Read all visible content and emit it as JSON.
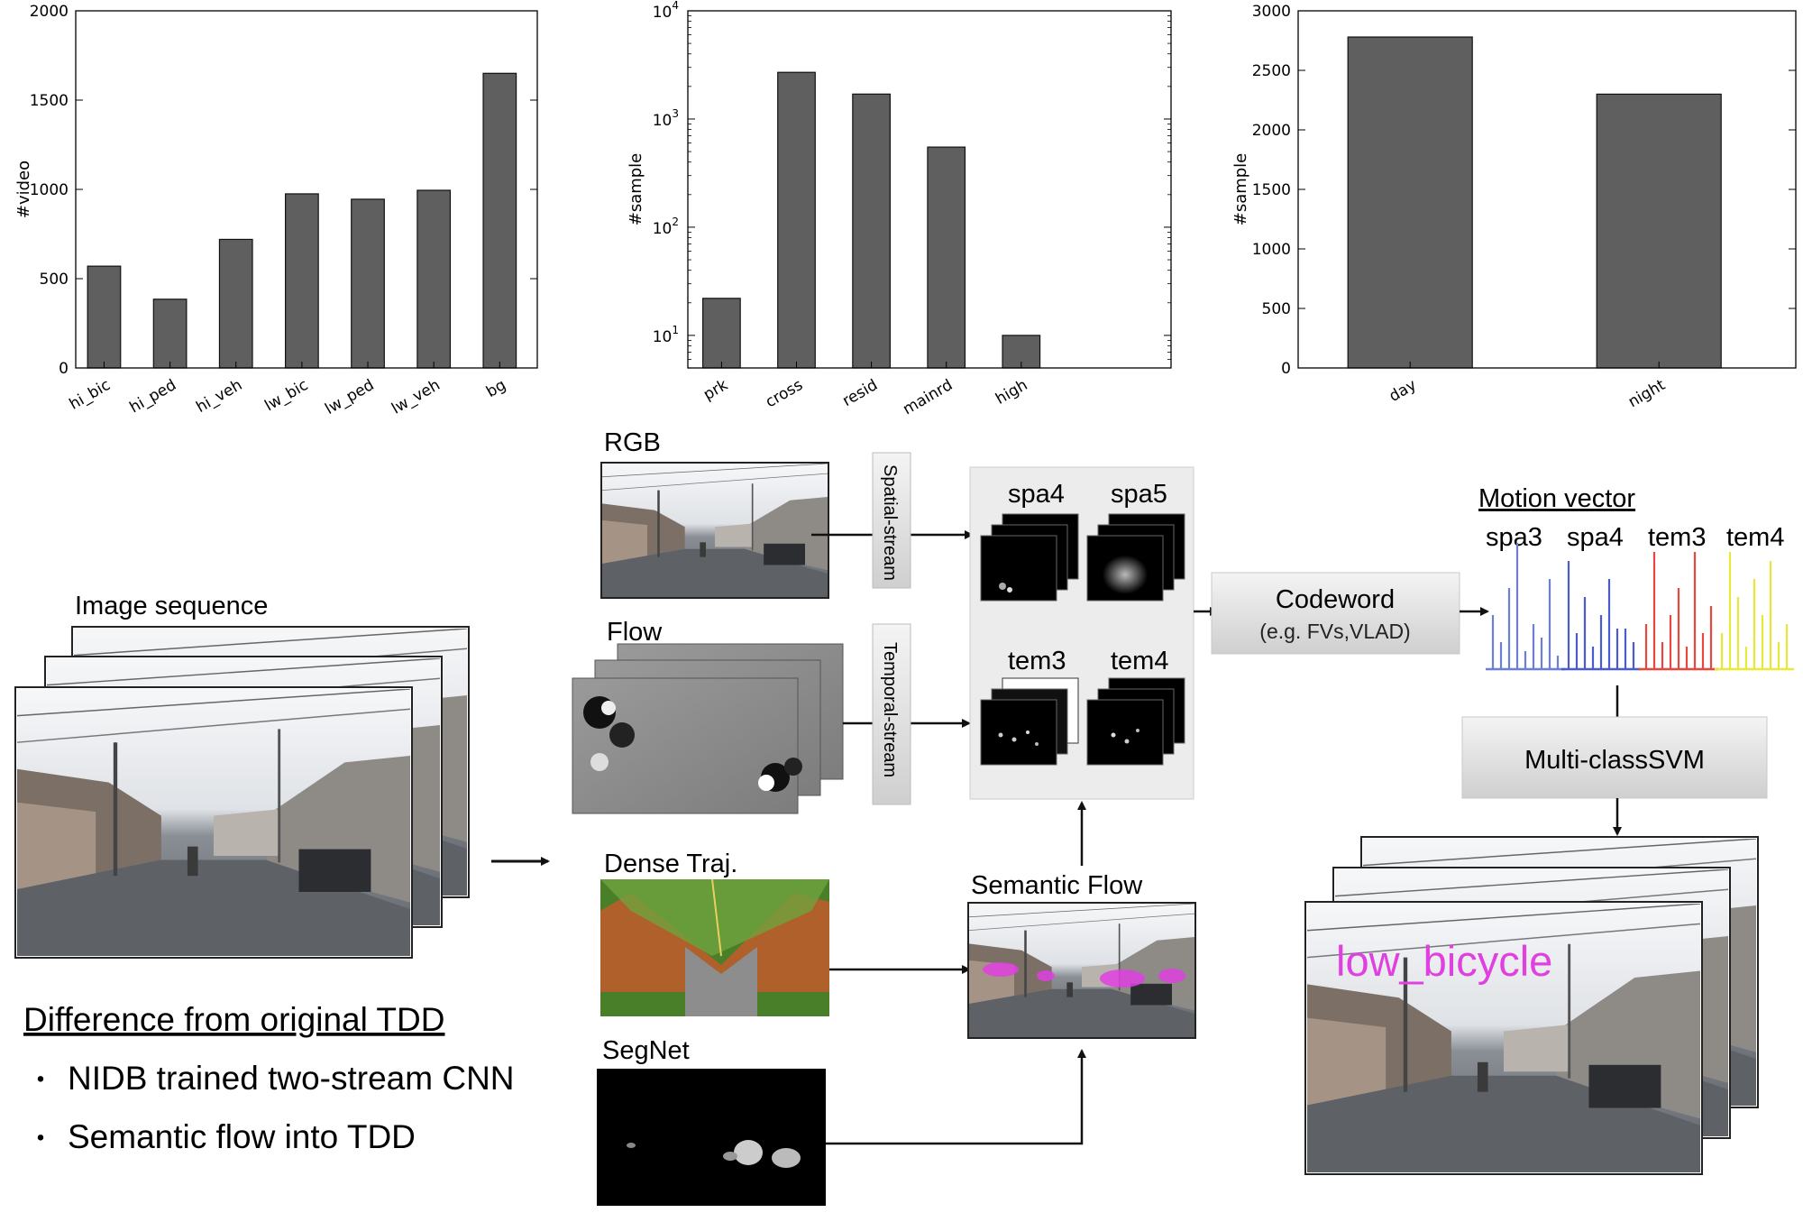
{
  "chart_data": [
    {
      "type": "bar",
      "ylabel": "#video",
      "categories": [
        "hi_bic",
        "hi_ped",
        "hi_veh",
        "lw_bic",
        "lw_ped",
        "lw_veh",
        "bg"
      ],
      "values": [
        570,
        385,
        720,
        975,
        945,
        995,
        1650
      ],
      "ylim": [
        0,
        2000
      ],
      "yticks": [
        0,
        500,
        1000,
        1500,
        2000
      ],
      "ytick_labels": [
        "0",
        "500",
        "1000",
        "1500",
        "2000"
      ],
      "log_scale": false,
      "grid": false
    },
    {
      "type": "bar",
      "ylabel": "#sample",
      "categories": [
        "prk",
        "cross",
        "resid",
        "mainrd",
        "high"
      ],
      "values": [
        22,
        2700,
        1700,
        550,
        10
      ],
      "ylim": [
        5,
        10000
      ],
      "yticks": [
        10,
        100,
        1000,
        10000
      ],
      "ytick_labels": [
        "10^1",
        "10^2",
        "10^3",
        "10^4"
      ],
      "log_scale": true,
      "grid": false
    },
    {
      "type": "bar",
      "ylabel": "#sample",
      "categories": [
        "day",
        "night"
      ],
      "values": [
        2780,
        2300
      ],
      "ylim": [
        0,
        3000
      ],
      "yticks": [
        0,
        500,
        1000,
        1500,
        2000,
        2500,
        3000
      ],
      "ytick_labels": [
        "0",
        "500",
        "1000",
        "1500",
        "2000",
        "2500",
        "3000"
      ],
      "log_scale": false,
      "grid": false
    }
  ],
  "diagram": {
    "image_sequence": "Image sequence",
    "rgb": "RGB",
    "flow": "Flow",
    "dense_traj": "Dense Traj.",
    "segnet": "SegNet",
    "spatial_stream": "Spatial-stream",
    "temporal_stream": "Temporal-stream",
    "spa4": "spa4",
    "spa5": "spa5",
    "tem3": "tem3",
    "tem4": "tem4",
    "semantic_flow": "Semantic Flow",
    "codeword": "Codeword",
    "codeword_sub": "(e.g. FVs,VLAD)",
    "motion_vector": "Motion vector",
    "mv_labels": [
      "spa3",
      "spa4",
      "tem3",
      "tem4"
    ],
    "mv_colors": [
      "#6b7fd6",
      "#4a5bd0",
      "#e8473f",
      "#e8e83a"
    ],
    "svm": "Multi-classSVM",
    "result_label": "low_bicycle",
    "result_color": "#e040e0",
    "diff_title": "Difference from original TDD",
    "bullets": [
      "NIDB trained two-stream CNN",
      "Semantic flow into TDD"
    ],
    "bullet_mark": "・"
  }
}
